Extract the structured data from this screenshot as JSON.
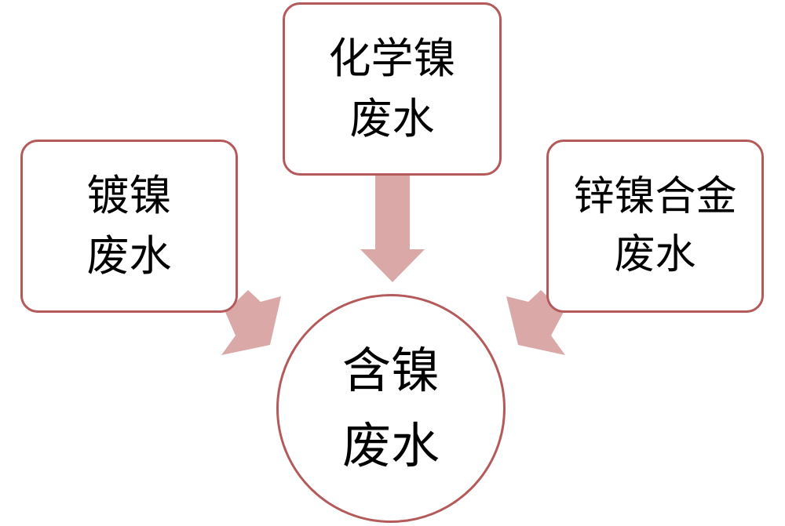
{
  "diagram": {
    "colors": {
      "border": "#b45a5a",
      "arrow": "#dba8a8",
      "background": "#ffffff",
      "text": "#000000"
    },
    "nodes": {
      "left": {
        "lines": [
          "镀镍",
          "废水"
        ]
      },
      "top": {
        "lines": [
          "化学镍",
          "废水"
        ]
      },
      "right": {
        "lines": [
          "锌镍合金",
          "废水"
        ]
      },
      "center": {
        "lines": [
          "含镍",
          "废水"
        ]
      }
    },
    "edges": [
      {
        "from": "left",
        "to": "center"
      },
      {
        "from": "top",
        "to": "center"
      },
      {
        "from": "right",
        "to": "center"
      }
    ]
  }
}
